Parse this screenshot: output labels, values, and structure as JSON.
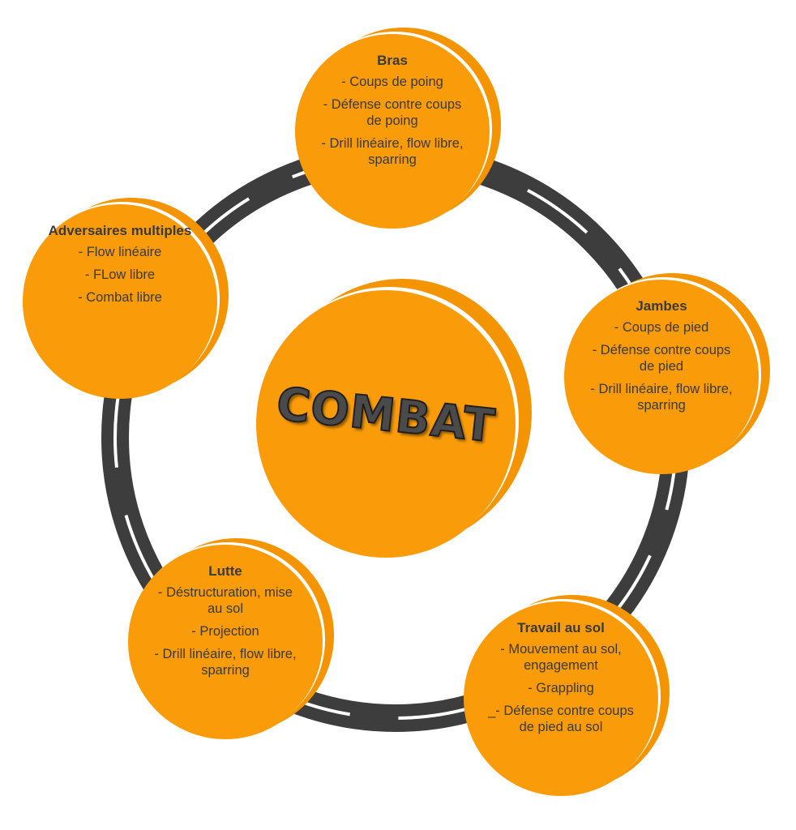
{
  "center": {
    "label": "COMBAT"
  },
  "nodes": [
    {
      "title": "Bras",
      "items": [
        "- Coups de poing",
        "- Défense contre coups de poing",
        "- Drill linéaire, flow libre, sparring"
      ]
    },
    {
      "title": "Jambes",
      "items": [
        "- Coups de pied",
        "- Défense contre coups de pied",
        "- Drill linéaire, flow libre, sparring"
      ]
    },
    {
      "title": "Travail au sol",
      "items": [
        "- Mouvement au sol, engagement",
        "- Grappling",
        "_- Défense contre coups de pied au sol"
      ]
    },
    {
      "title": "Lutte",
      "items": [
        "- Déstructuration, mise au sol",
        "- Projection",
        "- Drill linéaire, flow libre, sparring"
      ]
    },
    {
      "title": "Adversaires multiples",
      "items": [
        "- Flow linéaire",
        "- FLow libre",
        "- Combat libre"
      ]
    }
  ],
  "colors": {
    "disc": "#fa9c0a",
    "disc_edge": "#f39400",
    "ring": "#3d3d3d",
    "text": "#3a3a3a"
  }
}
